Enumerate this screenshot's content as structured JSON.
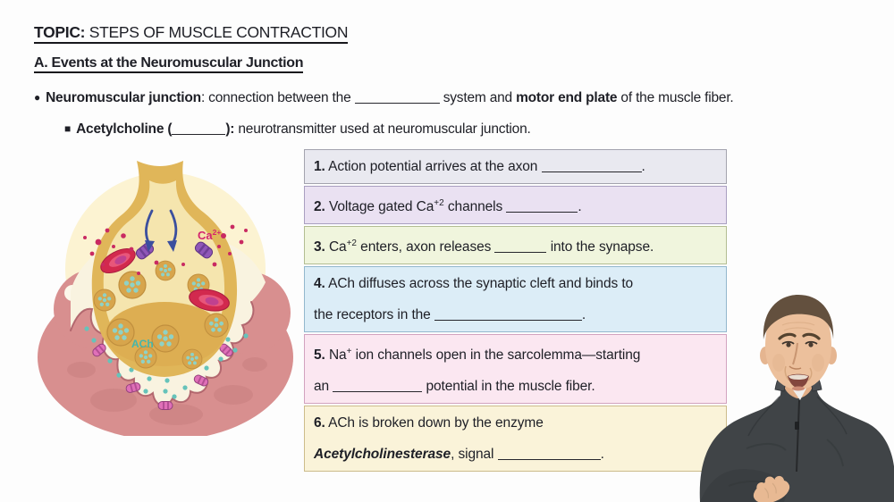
{
  "header": {
    "topic_label": "TOPIC:",
    "topic_title": " STEPS OF MUSCLE CONTRACTION",
    "section_heading": "A. Events at the Neuromuscular Junction"
  },
  "bullets": {
    "main": {
      "marker": "●",
      "term": "Neuromuscular junction",
      "after_term": ": connection between the ",
      "mid": " system and ",
      "bold_phrase": "motor end plate",
      "tail": " of the muscle fiber."
    },
    "sub": {
      "marker": "■",
      "term_open": "Acetylcholine (",
      "term_close": "):",
      "tail": " neurotransmitter used at neuromuscular junction."
    }
  },
  "steps": [
    {
      "bg": "#e9e9f0",
      "border": "#a3a3ae",
      "segments": [
        {
          "t": "b",
          "v": "1."
        },
        {
          "t": "x",
          "v": " Action potential arrives at the axon "
        },
        {
          "t": "blank",
          "w": 112
        },
        {
          "t": "x",
          "v": "."
        }
      ]
    },
    {
      "bg": "#eae1f2",
      "border": "#a99fc0",
      "segments": [
        {
          "t": "b",
          "v": "2."
        },
        {
          "t": "x",
          "v": " Voltage gated Ca"
        },
        {
          "t": "sup",
          "v": "+2"
        },
        {
          "t": "x",
          "v": " channels "
        },
        {
          "t": "blank",
          "w": 80
        },
        {
          "t": "x",
          "v": "."
        }
      ]
    },
    {
      "bg": "#f0f5dd",
      "border": "#b3bd92",
      "segments": [
        {
          "t": "b",
          "v": "3."
        },
        {
          "t": "x",
          "v": " Ca"
        },
        {
          "t": "sup",
          "v": "+2"
        },
        {
          "t": "x",
          "v": " enters, axon releases "
        },
        {
          "t": "blank",
          "w": 58
        },
        {
          "t": "x",
          "v": " into the synapse."
        }
      ]
    },
    {
      "bg": "#dcedf7",
      "border": "#93b7cd",
      "segments": [
        {
          "t": "b",
          "v": "4."
        },
        {
          "t": "x",
          "v": " ACh diffuses across the synaptic cleft and binds to"
        },
        {
          "t": "br"
        },
        {
          "t": "x",
          "v": "the receptors in the "
        },
        {
          "t": "blank",
          "w": 165
        },
        {
          "t": "x",
          "v": "."
        }
      ]
    },
    {
      "bg": "#fbe7f1",
      "border": "#d2a3bf",
      "segments": [
        {
          "t": "b",
          "v": "5."
        },
        {
          "t": "x",
          "v": " Na"
        },
        {
          "t": "sup",
          "v": "+"
        },
        {
          "t": "x",
          "v": " ion channels open in the sarcolemma—starting"
        },
        {
          "t": "br"
        },
        {
          "t": "x",
          "v": "an "
        },
        {
          "t": "blank",
          "w": 100
        },
        {
          "t": "x",
          "v": " potential in the muscle fiber."
        }
      ]
    },
    {
      "bg": "#faf3d9",
      "border": "#ccbc8b",
      "segments": [
        {
          "t": "b",
          "v": "6."
        },
        {
          "t": "x",
          "v": " ACh is broken down by the enzyme"
        },
        {
          "t": "br"
        },
        {
          "t": "bi",
          "v": "Acetylcholinesterase"
        },
        {
          "t": "x",
          "v": ", signal "
        },
        {
          "t": "blank",
          "w": 115
        },
        {
          "t": "x",
          "v": "."
        }
      ]
    }
  ],
  "diagram": {
    "ca_label": "Ca",
    "ca_sup": "2+",
    "ach_label": "ACh",
    "colors": {
      "axon_rim": "#e0b659",
      "axon_inner": "#f5e5ae",
      "glow": "#fcf3d2",
      "muscle": "#d88f8f",
      "cleft": "#f9f3e0",
      "vesicle": "#d7a54c",
      "ach_dot": "#66c3ba",
      "ca_dot": "#c92a62",
      "channel": "#9057b8",
      "receptor": "#e070b8",
      "arrow": "#3b4f9e",
      "mitochondrion": "#d2294e"
    }
  },
  "person": {
    "colors": {
      "sweater": "#404447",
      "skin": "#ecc09c",
      "hair": "#63503e",
      "shirt": "#efeeec"
    }
  }
}
